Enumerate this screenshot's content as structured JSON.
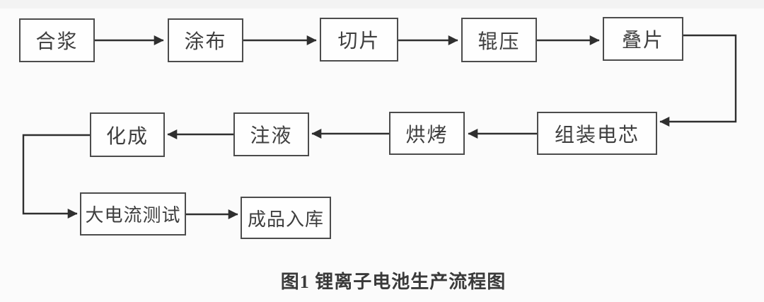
{
  "figure": {
    "caption": "图1 锂离子电池生产流程图"
  },
  "flowchart": {
    "type": "flowchart",
    "nodes": [
      {
        "id": "mixing",
        "label": "合浆"
      },
      {
        "id": "coating",
        "label": "涂布"
      },
      {
        "id": "cutting",
        "label": "切片"
      },
      {
        "id": "roll-pressing",
        "label": "辊压"
      },
      {
        "id": "stacking",
        "label": "叠片"
      },
      {
        "id": "cell-assembly",
        "label": "组装电芯"
      },
      {
        "id": "baking",
        "label": "烘烤"
      },
      {
        "id": "electrolyte-filling",
        "label": "注液"
      },
      {
        "id": "formation",
        "label": "化成"
      },
      {
        "id": "high-current-test",
        "label": "大电流测试"
      },
      {
        "id": "finished-product-warehousing",
        "label": "成品入库"
      }
    ],
    "edges": [
      {
        "from": "合浆",
        "to": "涂布"
      },
      {
        "from": "涂布",
        "to": "切片"
      },
      {
        "from": "切片",
        "to": "辊压"
      },
      {
        "from": "辊压",
        "to": "叠片"
      },
      {
        "from": "叠片",
        "to": "组装电芯"
      },
      {
        "from": "组装电芯",
        "to": "烘烤"
      },
      {
        "from": "烘烤",
        "to": "注液"
      },
      {
        "from": "注液",
        "to": "化成"
      },
      {
        "from": "化成",
        "to": "大电流测试"
      },
      {
        "from": "大电流测试",
        "to": "成品入库"
      }
    ],
    "colors": {
      "background": "#fbfbfb",
      "node_fill": "#fefefe",
      "node_border": "#4c4c4c",
      "text": "#3e3e3e",
      "arrow": "#2f2f2f"
    }
  }
}
